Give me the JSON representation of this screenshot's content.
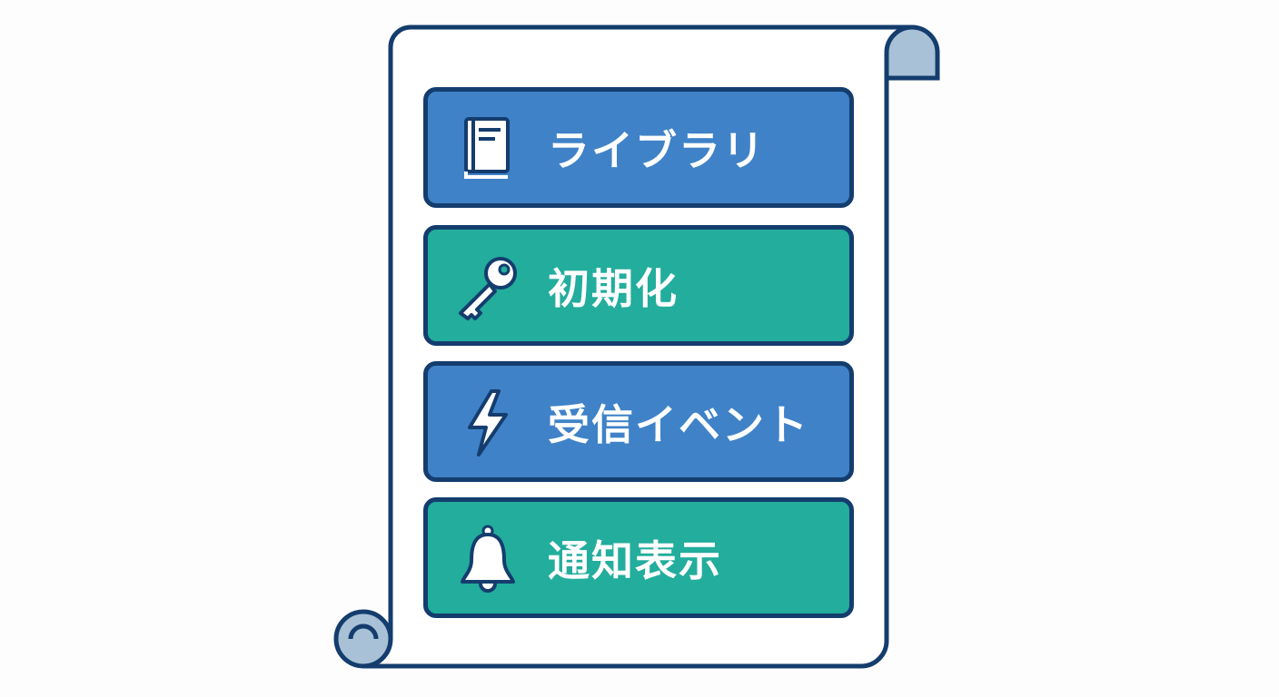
{
  "colors": {
    "outline": "#143d6e",
    "blue": "#3f82c8",
    "teal": "#22ad9d",
    "scroll_paper": "#ffffff",
    "scroll_curl": "#a9c1d6",
    "background": "#fdfdfd"
  },
  "steps": [
    {
      "label": "ライブラリ",
      "icon": "book-icon",
      "color": "blue"
    },
    {
      "label": "初期化",
      "icon": "key-icon",
      "color": "teal"
    },
    {
      "label": "受信イベント",
      "icon": "lightning-icon",
      "color": "blue"
    },
    {
      "label": "通知表示",
      "icon": "bell-icon",
      "color": "teal"
    }
  ]
}
